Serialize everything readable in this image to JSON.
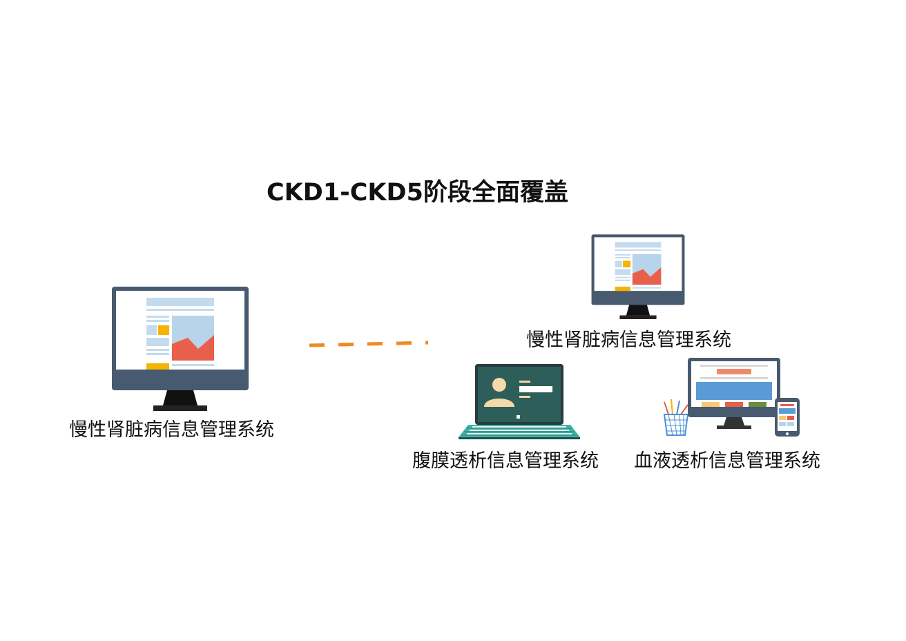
{
  "title": "CKD1-CKD5阶段全面覆盖",
  "left_system": {
    "label": "慢性肾脏病信息管理系统",
    "icon": "desktop-monitor-icon"
  },
  "right_systems": [
    {
      "label": "慢性肾脏病信息管理系统",
      "icon": "desktop-monitor-icon"
    },
    {
      "label": "腹膜透析信息管理系统",
      "icon": "laptop-user-profile-icon"
    },
    {
      "label": "血液透析信息管理系统",
      "icon": "responsive-devices-icon"
    }
  ],
  "colors": {
    "monitor_frame": "#475a6f",
    "screen_bg": "#ffffff",
    "chart_blue": "#b8d4ea",
    "chart_red": "#e8604c",
    "accent_yellow": "#f4b400",
    "dashed_connector": "#f08a24",
    "laptop_screen": "#2e5e5a",
    "laptop_keyboard": "#3fb3a8",
    "avatar_skin": "#f6d9a8"
  }
}
